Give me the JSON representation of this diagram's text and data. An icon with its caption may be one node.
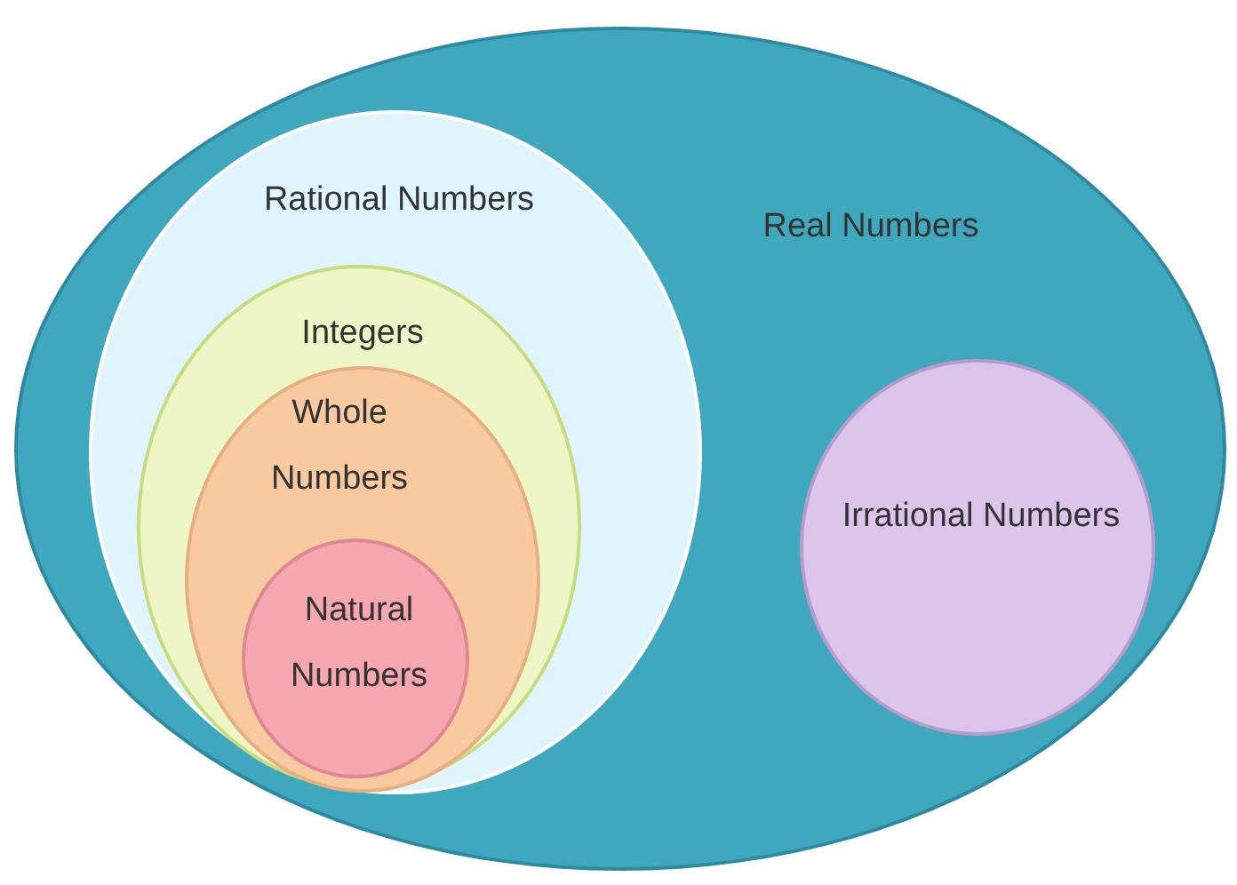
{
  "diagram": {
    "nodes": [
      {
        "text": [
          "Real Numbers"
        ]
      },
      {
        "text": [
          "Rational Numbers"
        ],
        "in": 0
      },
      {
        "text": [
          "Integers"
        ],
        "in": 1
      },
      {
        "text": [
          "Whole Numbers"
        ],
        "in": 2
      },
      {
        "text": [
          "Natural Numbers"
        ],
        "in": 3
      },
      {
        "text": [
          "Irrational Numbers"
        ],
        "in": 0
      }
    ]
  }
}
